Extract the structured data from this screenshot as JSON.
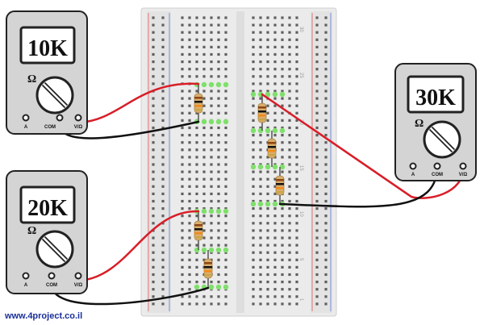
{
  "meters": [
    {
      "id": "m10k",
      "reading": "10K",
      "symbol": "Ω",
      "ports": [
        "A",
        "COM",
        "V/Ω"
      ]
    },
    {
      "id": "m20k",
      "reading": "20K",
      "symbol": "Ω",
      "ports": [
        "A",
        "COM",
        "V/Ω"
      ]
    },
    {
      "id": "m30k",
      "reading": "30K",
      "symbol": "Ω",
      "ports": [
        "A",
        "COM",
        "V/Ω"
      ]
    }
  ],
  "breadboard": {
    "column_numbers": [
      "30",
      "25",
      "20",
      "15",
      "10",
      "5",
      "1"
    ]
  },
  "resistor_count": 6,
  "colors": {
    "red_wire": "#d81e28",
    "black_wire": "#111111",
    "meter_body": "#d4d4d4",
    "breadboard": "#ebebeb",
    "highlight_hole": "#7ee06a"
  },
  "website": "www.4project.co.il"
}
